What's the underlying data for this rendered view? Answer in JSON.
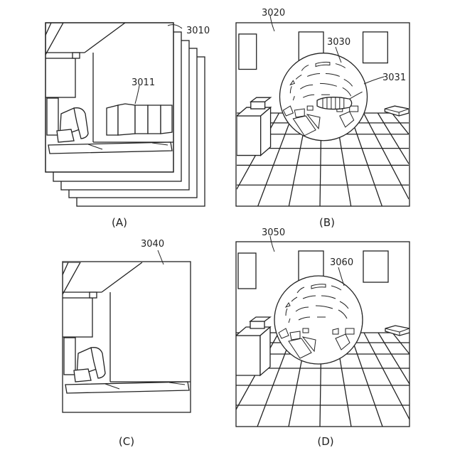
{
  "panels": {
    "A": {
      "caption": "(A)",
      "refs": {
        "stack": "3010",
        "bench": "3011"
      }
    },
    "B": {
      "caption": "(B)",
      "refs": {
        "room": "3020",
        "sphere": "3030",
        "object": "3031"
      }
    },
    "C": {
      "caption": "(C)",
      "refs": {
        "room": "3040"
      }
    },
    "D": {
      "caption": "(D)",
      "refs": {
        "room": "3050",
        "sphere": "3060"
      }
    }
  }
}
